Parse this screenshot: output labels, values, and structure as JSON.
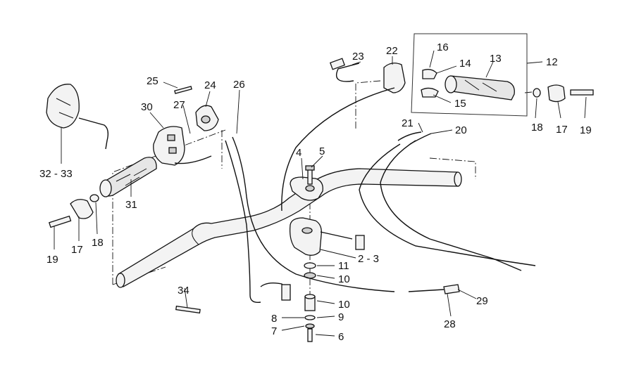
{
  "labels": {
    "p2_3": "2 - 3",
    "p4": "4",
    "p5": "5",
    "p6": "6",
    "p7": "7",
    "p8": "8",
    "p9": "9",
    "p10a": "10",
    "p10b": "10",
    "p11": "11",
    "p12": "12",
    "p13": "13",
    "p14": "14",
    "p15": "15",
    "p16": "16",
    "p17a": "17",
    "p17b": "17",
    "p18a": "18",
    "p18b": "18",
    "p19a": "19",
    "p19b": "19",
    "p20": "20",
    "p21": "21",
    "p22": "22",
    "p23": "23",
    "p24": "24",
    "p25": "25",
    "p26": "26",
    "p27": "27",
    "p28": "28",
    "p29": "29",
    "p30": "30",
    "p31": "31",
    "p32_33": "32 - 33",
    "p34": "34"
  }
}
